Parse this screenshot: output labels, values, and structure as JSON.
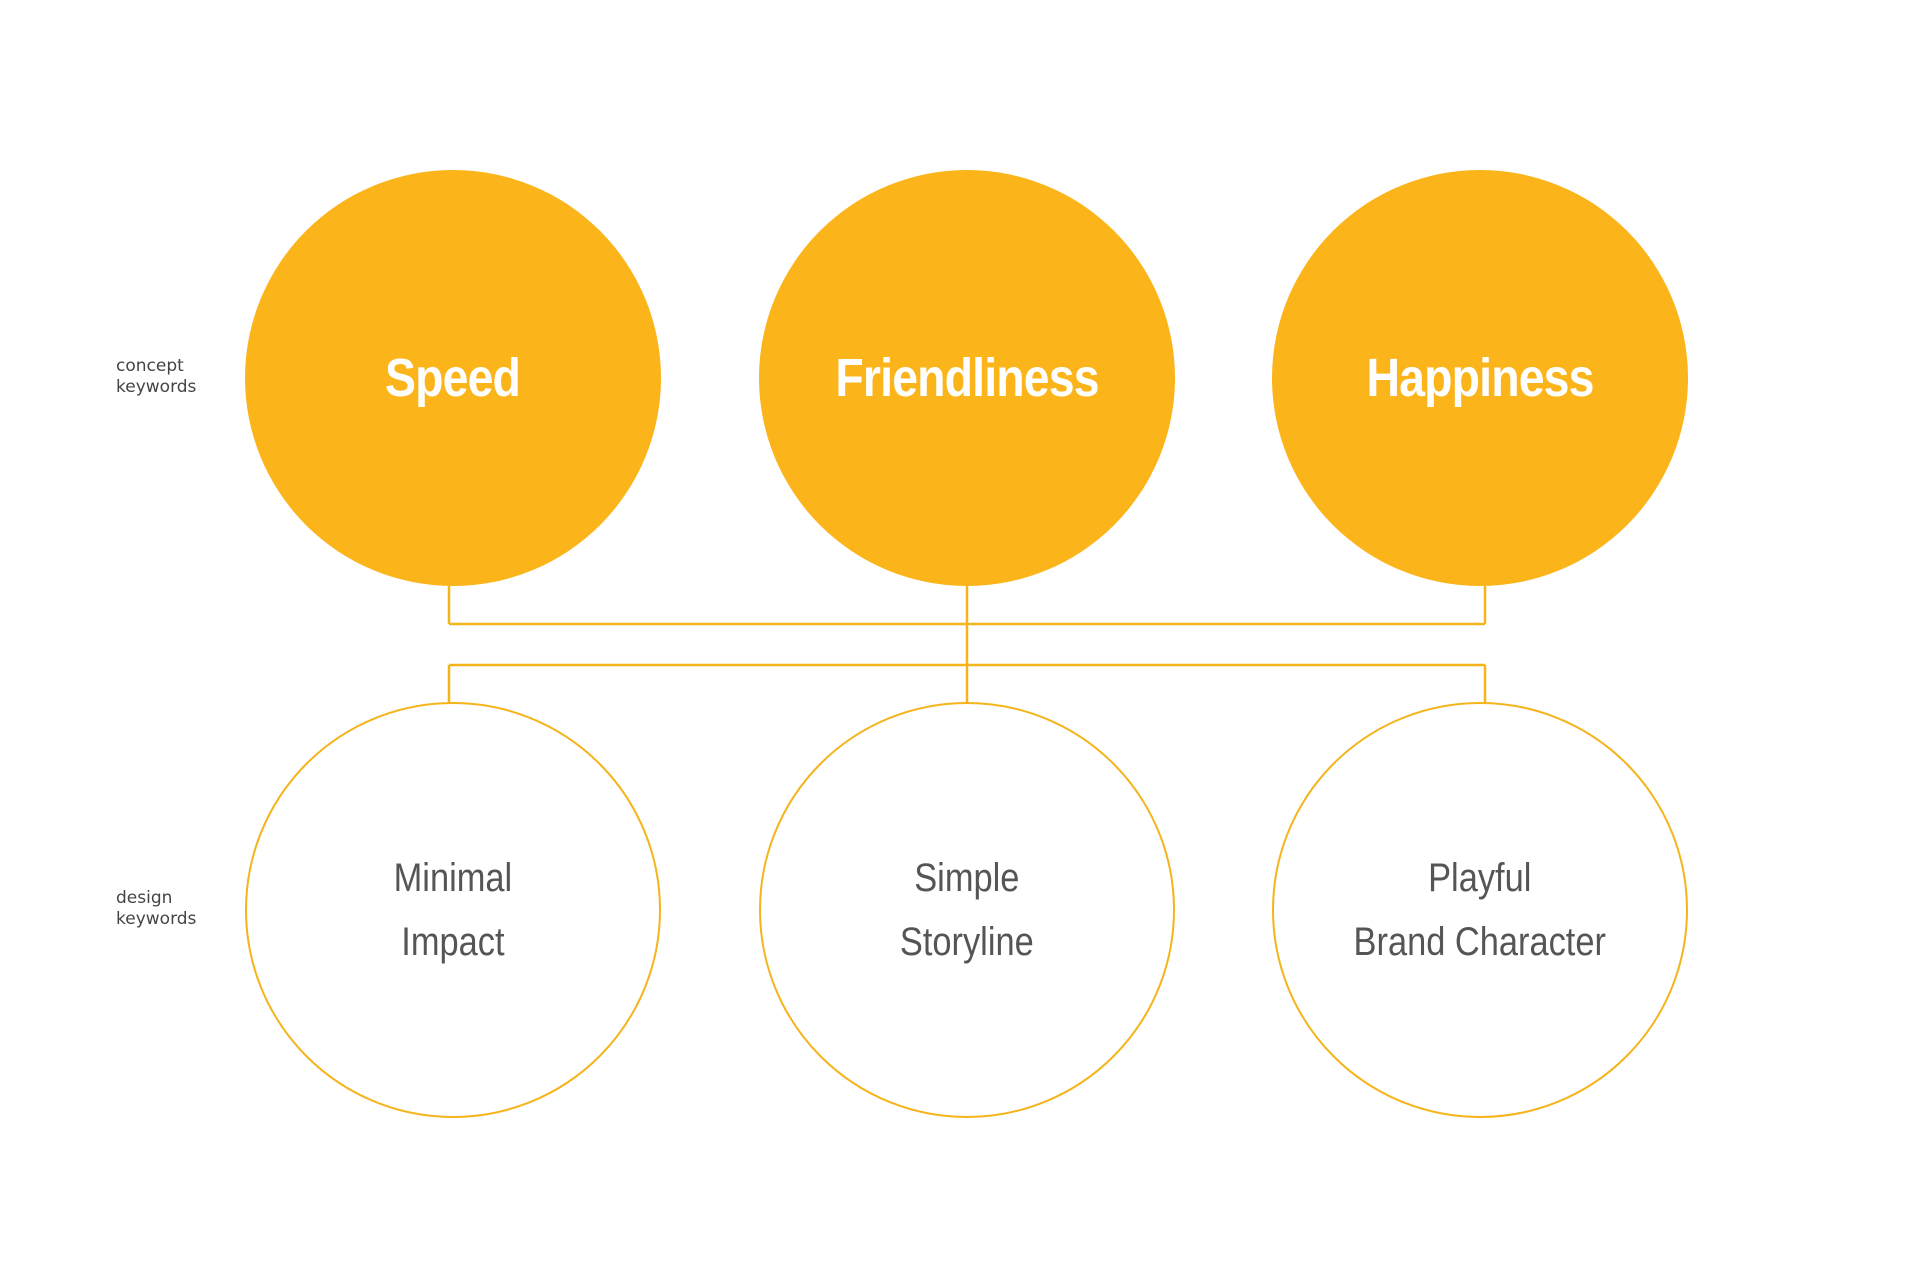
{
  "labels": {
    "concept": "concept\nkeywords",
    "design": "design\nkeywords"
  },
  "concept_keywords": [
    "Speed",
    "Friendliness",
    "Happiness"
  ],
  "design_keywords": [
    [
      "Minimal",
      "Impact"
    ],
    [
      "Simple",
      "Storyline"
    ],
    [
      "Playful",
      "Brand Character"
    ]
  ],
  "colors": {
    "accent": "#FBB419",
    "line": "#F5B41C",
    "label_text": "#444444",
    "design_text": "#555555"
  }
}
